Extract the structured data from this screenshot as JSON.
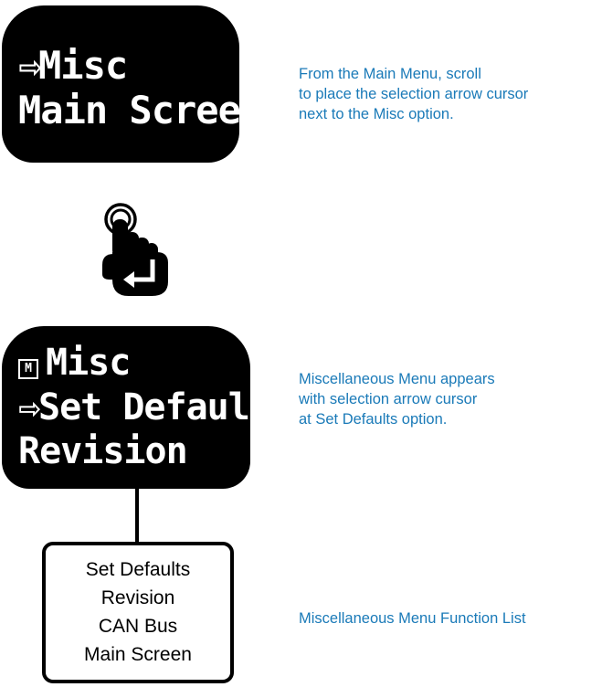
{
  "screen1": {
    "cursor": "⇨",
    "line1": "Misc",
    "line2": "Main Screen"
  },
  "note1": [
    "From the Main Menu, scroll",
    "to place the selection arrow cursor",
    "next to the Misc option."
  ],
  "enter_icon": "press-enter-hand-icon",
  "screen2": {
    "menu_icon": "M",
    "line1": "Misc",
    "cursor": "⇨",
    "line2": "Set Defaults",
    "line3": "Revision"
  },
  "note2": [
    "Miscellaneous Menu appears",
    "with selection arrow cursor",
    "at Set Defaults option."
  ],
  "function_list": [
    "Set Defaults",
    "Revision",
    "CAN Bus",
    "Main Screen"
  ],
  "note3": "Miscellaneous Menu Function List",
  "colors": {
    "note_text": "#1a7ab8",
    "lcd_background": "#000000",
    "lcd_text": "#ffffff"
  }
}
